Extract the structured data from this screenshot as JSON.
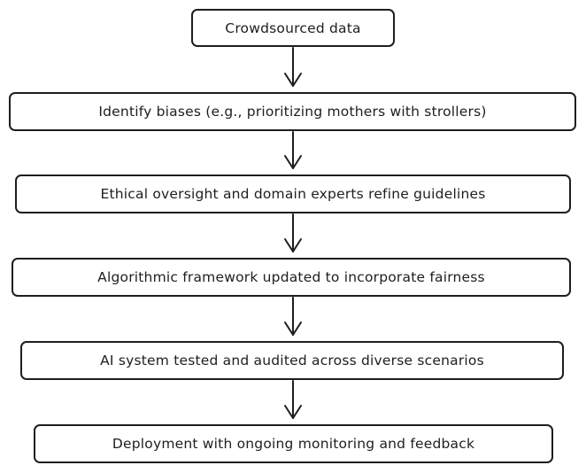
{
  "diagram": {
    "type": "flowchart",
    "direction": "top-to-bottom",
    "stroke_color": "#1e1e1e",
    "background_color": "#ffffff",
    "nodes": [
      {
        "id": "node-1",
        "label": "Crowdsourced data"
      },
      {
        "id": "node-2",
        "label": "Identify biases (e.g., prioritizing mothers with strollers)"
      },
      {
        "id": "node-3",
        "label": "Ethical oversight and domain experts refine guidelines"
      },
      {
        "id": "node-4",
        "label": "Algorithmic framework updated to incorporate fairness"
      },
      {
        "id": "node-5",
        "label": "AI system tested and audited across diverse scenarios"
      },
      {
        "id": "node-6",
        "label": "Deployment with ongoing monitoring and feedback"
      }
    ],
    "edges": [
      {
        "from": "node-1",
        "to": "node-2"
      },
      {
        "from": "node-2",
        "to": "node-3"
      },
      {
        "from": "node-3",
        "to": "node-4"
      },
      {
        "from": "node-4",
        "to": "node-5"
      },
      {
        "from": "node-5",
        "to": "node-6"
      }
    ]
  }
}
